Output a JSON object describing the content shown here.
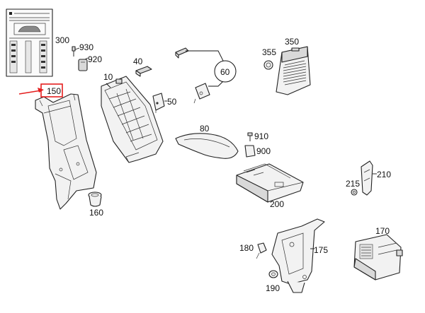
{
  "callouts": {
    "c10": "10",
    "c40": "40",
    "c50": "50",
    "c60": "60",
    "c80": "80",
    "c150": "150",
    "c160": "160",
    "c170": "170",
    "c175": "175",
    "c180": "180",
    "c190": "190",
    "c200": "200",
    "c210": "210",
    "c215": "215",
    "c300": "300",
    "c350": "350",
    "c355": "355",
    "c900": "900",
    "c910": "910",
    "c920": "920",
    "c930": "930"
  },
  "highlight": {
    "color": "#e41e1e",
    "part": "150"
  }
}
